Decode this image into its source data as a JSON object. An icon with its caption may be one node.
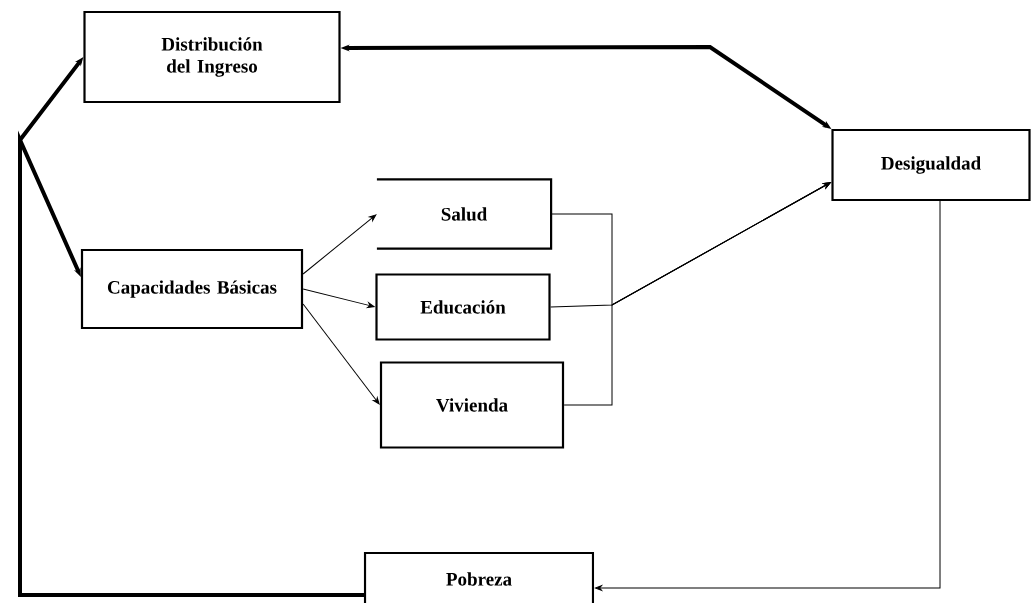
{
  "diagram": {
    "nodes": [
      {
        "text": [
          "Distribución del Ingreso"
        ]
      },
      {
        "text": [
          "Desigualdad"
        ]
      },
      {
        "text": [
          "Salud"
        ]
      },
      {
        "text": [
          "Capacidades Básicas"
        ]
      },
      {
        "text": [
          "Educación"
        ]
      },
      {
        "text": [
          "Vivienda"
        ]
      },
      {
        "text": [
          "Pobreza"
        ]
      }
    ],
    "edges": [
      {
        "from": 1,
        "to": 0,
        "arrow": "both",
        "style": "thick"
      },
      {
        "from": 6,
        "to": 0,
        "arrow": "to",
        "style": "thick"
      },
      {
        "from": 6,
        "to": 3,
        "arrow": "to",
        "style": "thick"
      },
      {
        "from": 3,
        "to": 2,
        "arrow": "to"
      },
      {
        "from": 3,
        "to": 4,
        "arrow": "to"
      },
      {
        "from": 3,
        "to": 5,
        "arrow": "to"
      },
      {
        "from": 2,
        "to": 1,
        "arrow": "to"
      },
      {
        "from": 4,
        "to": 1,
        "arrow": "to"
      },
      {
        "from": 5,
        "to": 1,
        "arrow": "to"
      },
      {
        "from": 1,
        "to": 6,
        "arrow": "to"
      }
    ]
  }
}
